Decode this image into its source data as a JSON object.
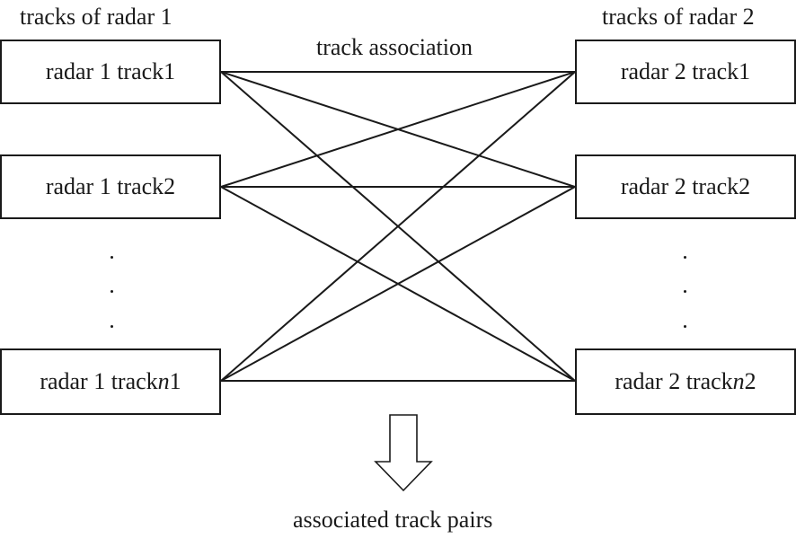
{
  "left_group": {
    "title": "tracks of radar 1",
    "tracks": [
      {
        "prefix": "radar 1 track ",
        "suffix": "1",
        "index_italic": ""
      },
      {
        "prefix": "radar 1 track ",
        "suffix": "2",
        "index_italic": ""
      },
      {
        "prefix": "radar 1 track ",
        "suffix": "1",
        "index_italic": "n"
      }
    ]
  },
  "right_group": {
    "title": "tracks of radar 2",
    "tracks": [
      {
        "prefix": "radar 2 track ",
        "suffix": "1",
        "index_italic": ""
      },
      {
        "prefix": "radar 2 track ",
        "suffix": "2",
        "index_italic": ""
      },
      {
        "prefix": "radar 2 track ",
        "suffix": "2",
        "index_italic": "n"
      }
    ]
  },
  "association_label": "track association",
  "output_label": "associated track pairs",
  "colors": {
    "stroke": "#1a1a1a",
    "background": "#ffffff"
  }
}
